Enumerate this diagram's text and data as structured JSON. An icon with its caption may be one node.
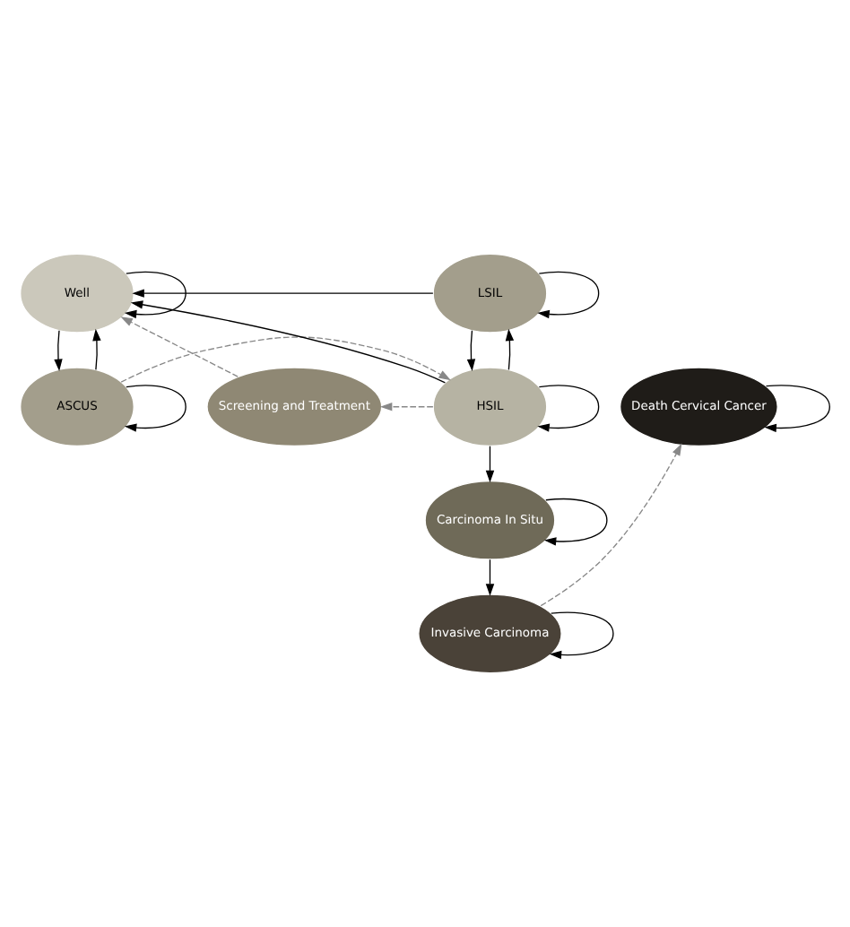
{
  "diagram": {
    "nodes": [
      {
        "text": [
          "Well"
        ]
      },
      {
        "text": [
          "ASCUS"
        ]
      },
      {
        "text": [
          "LSIL"
        ]
      },
      {
        "text": [
          "Screening and Treatment"
        ]
      },
      {
        "text": [
          "Death Cervical Cancer"
        ]
      },
      {
        "text": [
          "HSIL"
        ]
      },
      {
        "text": [
          "Carcinoma In Situ"
        ]
      },
      {
        "text": [
          "Invasive Carcinoma"
        ]
      }
    ],
    "edges": [
      {
        "from": 0,
        "to": 0,
        "arrow": "to"
      },
      {
        "from": 0,
        "to": 1,
        "arrow": "to"
      },
      {
        "from": 1,
        "to": 0,
        "arrow": "to"
      },
      {
        "from": 1,
        "to": 1,
        "arrow": "to"
      },
      {
        "from": 1,
        "to": 5,
        "arrow": "to",
        "style": "dashed",
        "color": "#888888"
      },
      {
        "from": 2,
        "to": 0,
        "arrow": "to"
      },
      {
        "from": 5,
        "to": 0,
        "arrow": "to"
      },
      {
        "from": 2,
        "to": 2,
        "arrow": "to"
      },
      {
        "from": 2,
        "to": 5,
        "arrow": "to"
      },
      {
        "from": 5,
        "to": 2,
        "arrow": "to"
      },
      {
        "from": 5,
        "to": 5,
        "arrow": "to"
      },
      {
        "from": 5,
        "to": 3,
        "arrow": "to",
        "style": "dashed",
        "color": "#888888"
      },
      {
        "from": 3,
        "to": 0,
        "arrow": "to",
        "style": "dashed",
        "color": "#888888"
      },
      {
        "from": 5,
        "to": 6,
        "arrow": "to"
      },
      {
        "from": 6,
        "to": 6,
        "arrow": "to"
      },
      {
        "from": 6,
        "to": 7,
        "arrow": "to"
      },
      {
        "from": 7,
        "to": 7,
        "arrow": "to"
      },
      {
        "from": 7,
        "to": 4,
        "arrow": "to",
        "style": "dashed",
        "color": "#888888"
      },
      {
        "from": 4,
        "to": 4,
        "arrow": "to"
      }
    ]
  }
}
